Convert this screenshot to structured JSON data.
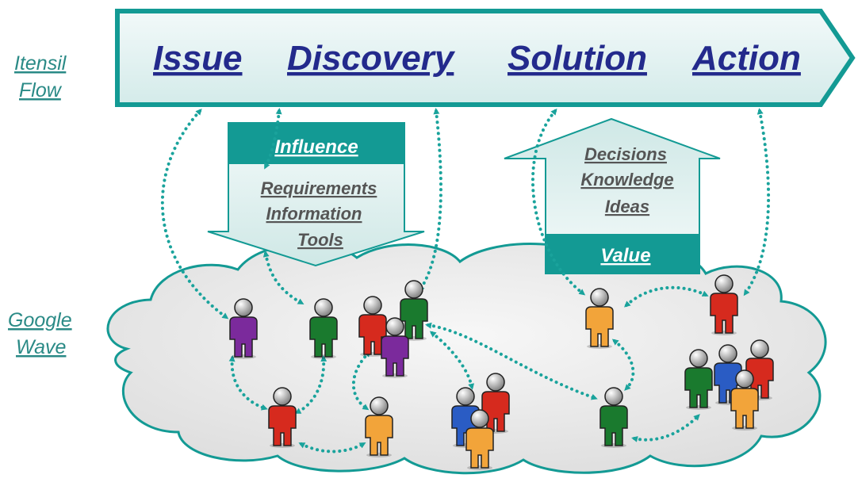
{
  "left_labels": {
    "top": [
      "Itensil",
      "Flow"
    ],
    "bottom": [
      "Google",
      "Wave"
    ]
  },
  "flow_stages": [
    "Issue",
    "Discovery",
    "Solution",
    "Action"
  ],
  "influence_box": {
    "header": "Influence",
    "items": [
      "Requirements",
      "Information",
      "Tools"
    ]
  },
  "value_box": {
    "items": [
      "Decisions",
      "Knowledge",
      "Ideas"
    ],
    "footer": "Value"
  },
  "colors": {
    "teal": "#139a94",
    "teal_light": "#e6f3f2",
    "stage_text": "#232a8c",
    "cloud_fill": "#e9e9e9",
    "person_red": "#d62a1e",
    "person_green": "#1a7a2e",
    "person_purple": "#7b2a9c",
    "person_orange": "#f2a43a",
    "person_blue": "#2a5cc4"
  },
  "people": [
    {
      "group": "left",
      "color": "purple"
    },
    {
      "group": "left",
      "color": "green"
    },
    {
      "group": "left",
      "color": "red"
    },
    {
      "group": "left",
      "color": "green"
    },
    {
      "group": "left",
      "color": "purple"
    },
    {
      "group": "left",
      "color": "red"
    },
    {
      "group": "left",
      "color": "orange"
    },
    {
      "group": "left",
      "color": "blue"
    },
    {
      "group": "left",
      "color": "red"
    },
    {
      "group": "left",
      "color": "orange"
    },
    {
      "group": "right",
      "color": "orange"
    },
    {
      "group": "right",
      "color": "red"
    },
    {
      "group": "right",
      "color": "green"
    },
    {
      "group": "right",
      "color": "green"
    },
    {
      "group": "right",
      "color": "blue"
    },
    {
      "group": "right",
      "color": "red"
    },
    {
      "group": "right",
      "color": "orange"
    }
  ]
}
